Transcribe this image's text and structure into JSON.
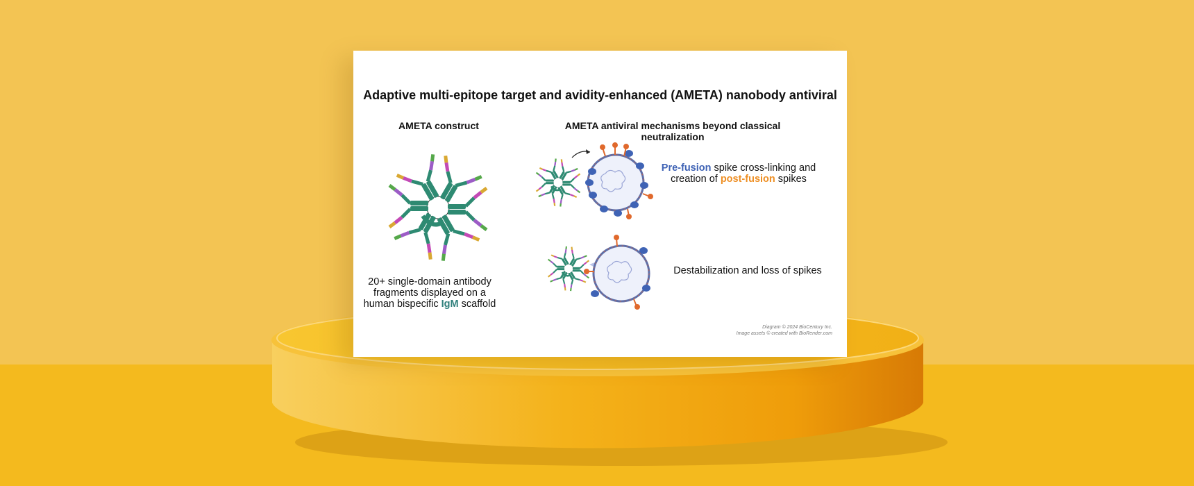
{
  "card": {
    "title": "Adaptive multi-epitope target and avidity-enhanced (AMETA) nanobody antiviral",
    "construct_title": "AMETA construct",
    "mechanisms_title": "AMETA antiviral mechanisms beyond classical neutralization",
    "construct_caption": {
      "line1": "20+ single-domain antibody",
      "line2": "fragments displayed on a",
      "line3_prefix": "human bispecific ",
      "line3_highlight": "IgM",
      "line3_suffix": " scaffold"
    },
    "mechanism1": {
      "highlight1": "Pre-fusion",
      "text1": " spike cross-linking and",
      "text2": "creation of ",
      "highlight2": "post-fusion",
      "text3": " spikes"
    },
    "mechanism2": {
      "text": "Destabilization and loss of spikes"
    },
    "credit": {
      "line1": "Diagram © 2024 BioCentury Inc.",
      "line2": "Image assets © created with BioRender.com"
    }
  },
  "colors": {
    "background_top": "#f3c453",
    "background_bottom": "#f4ba1e",
    "igm_teal": "#2e8a72",
    "pre_fusion_blue": "#3f63b5",
    "post_fusion_orange": "#ee8f24",
    "virion_membrane": "#5e6fa8"
  }
}
